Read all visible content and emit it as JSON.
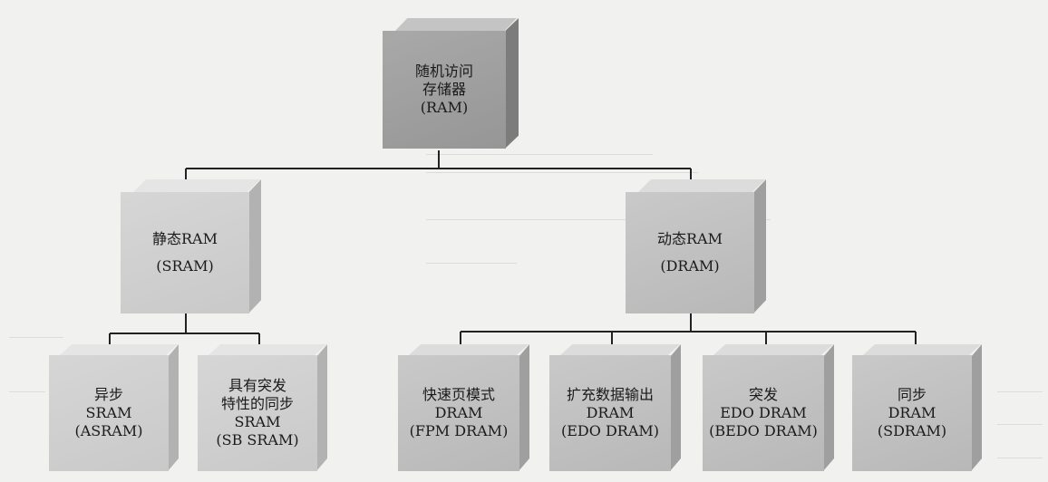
{
  "nodes": {
    "root": {
      "lines": [
        "随机访问",
        "存储器",
        "(RAM)"
      ]
    },
    "sram": {
      "lines": [
        "静态RAM",
        "(SRAM)"
      ]
    },
    "dram": {
      "lines": [
        "动态RAM",
        "(DRAM)"
      ]
    },
    "asram": {
      "lines": [
        "异步",
        "SRAM",
        "(ASRAM)"
      ]
    },
    "sbsram": {
      "lines": [
        "具有突发",
        "特性的同步",
        "SRAM",
        "(SB SRAM)"
      ]
    },
    "fpm": {
      "lines": [
        "快速页模式",
        "DRAM",
        "(FPM DRAM)"
      ]
    },
    "edo": {
      "lines": [
        "扩充数据输出",
        "DRAM",
        "(EDO DRAM)"
      ]
    },
    "bedo": {
      "lines": [
        "突发",
        "EDO DRAM",
        "(BEDO DRAM)"
      ]
    },
    "sdram": {
      "lines": [
        "同步",
        "DRAM",
        "(SDRAM)"
      ]
    }
  },
  "colors": {
    "line": "#222222",
    "background": "#f1f1ef"
  }
}
